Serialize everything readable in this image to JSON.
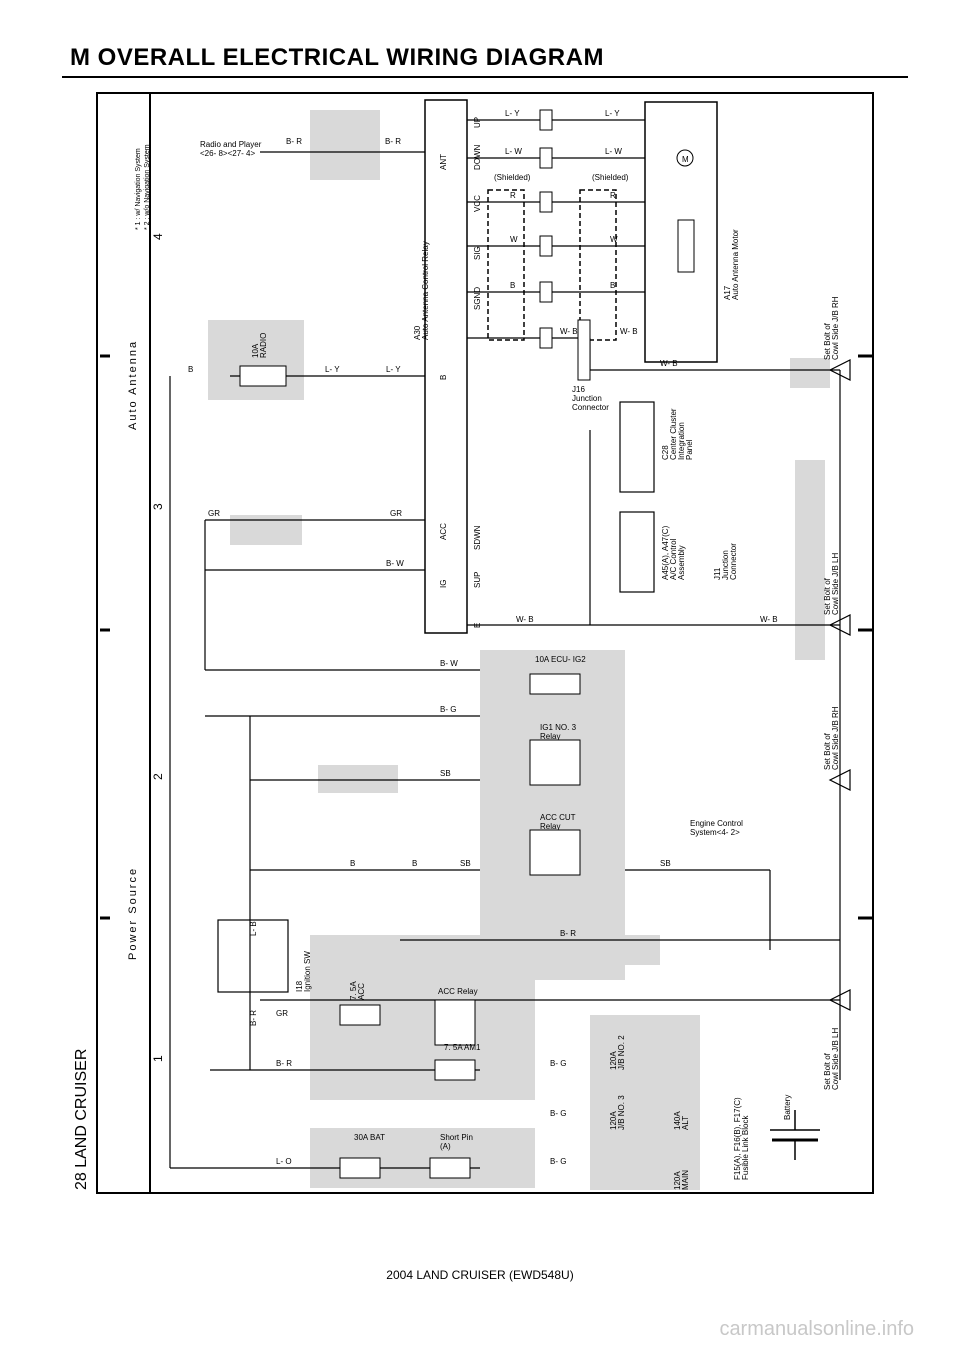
{
  "page": {
    "title": "M  OVERALL ELECTRICAL WIRING DIAGRAM",
    "side_header": "28  LAND CRUISER",
    "footer": "2004 LAND CRUISER (EWD548U)",
    "watermark": "carmanualsonline.info"
  },
  "sections": {
    "power_source": "Power Source",
    "auto_antenna": "Auto Antenna",
    "col1": "1",
    "col2": "2",
    "col3": "3",
    "col4": "4"
  },
  "notes": {
    "note1": "* 1 : w/ Navigation System",
    "note2": "* 2 : w/o Navigation System"
  },
  "components": {
    "radio": "Radio and Player",
    "radio_ref": "<26- 8><27- 4>",
    "a30": "A30",
    "a30_name": "Auto Antenna Control Relay",
    "a17": "A17",
    "a17_name": "Auto Antenna Motor",
    "j16": "J16",
    "j16_name1": "Junction",
    "j16_name2": "Connector",
    "c28": "C28",
    "c28_name1": "Center Cluster",
    "c28_name2": "Integration",
    "c28_name3": "Panel",
    "a45": "A45(A), A47(C)",
    "a45_name1": "A/C Control",
    "a45_name2": "Assembly",
    "j11": "J11",
    "j11_name1": "Junction",
    "j11_name2": "Connector",
    "i18": "I18",
    "i18_name": "Ignition SW",
    "fusible": "F15(A), F16(B), F17(C)",
    "fusible_name": "Fusible Link Block",
    "battery": "Battery",
    "engine_control": "Engine Control",
    "engine_control2": "System<4- 2>",
    "ecu_ig2": "10A ECU- IG2",
    "ig1_relay": "IG1 NO. 3",
    "ig1_relay2": "Relay",
    "acc_cut": "ACC CUT",
    "acc_cut2": "Relay",
    "acc_relay": "ACC Relay",
    "am1": "7. 5A AM1",
    "acc_fuse": "7. 5A",
    "acc_fuse2": "ACC",
    "bat_fuse": "30A BAT",
    "short_pin": "Short Pin",
    "short_pin2": "(A)",
    "radio_fuse": "10A",
    "radio_fuse2": "RADIO",
    "jb3": "120A",
    "jb3_name": "J/B NO. 3",
    "jb2": "120A",
    "jb2_name": "J/B NO. 2",
    "alt": "140A",
    "alt_name": "ALT",
    "main": "120A",
    "main_name": "MAIN",
    "shielded1": "(Shielded)",
    "shielded2": "(Shielded)",
    "ground_rh": "Set Bolt of",
    "ground_rh2": "Cowl Side J/B RH",
    "ground_lh": "Set Bolt of",
    "ground_lh2": "Cowl Side J/B LH"
  },
  "pins_a30": [
    "E",
    "SUP",
    "SDWN",
    "IG",
    "ACC",
    "B",
    "SGND",
    "SIG",
    "VCC",
    "DOWN",
    "UP",
    "ANT"
  ],
  "wires": {
    "l_y": "L- Y",
    "l_w": "L- W",
    "w_b": "W- B",
    "b_w": "B- W",
    "b_g": "B- G",
    "b_r": "B- R",
    "gr": "GR",
    "sb": "SB",
    "b": "B",
    "r": "R",
    "w": "W",
    "l_o": "L- O",
    "l_b": "L- B"
  }
}
